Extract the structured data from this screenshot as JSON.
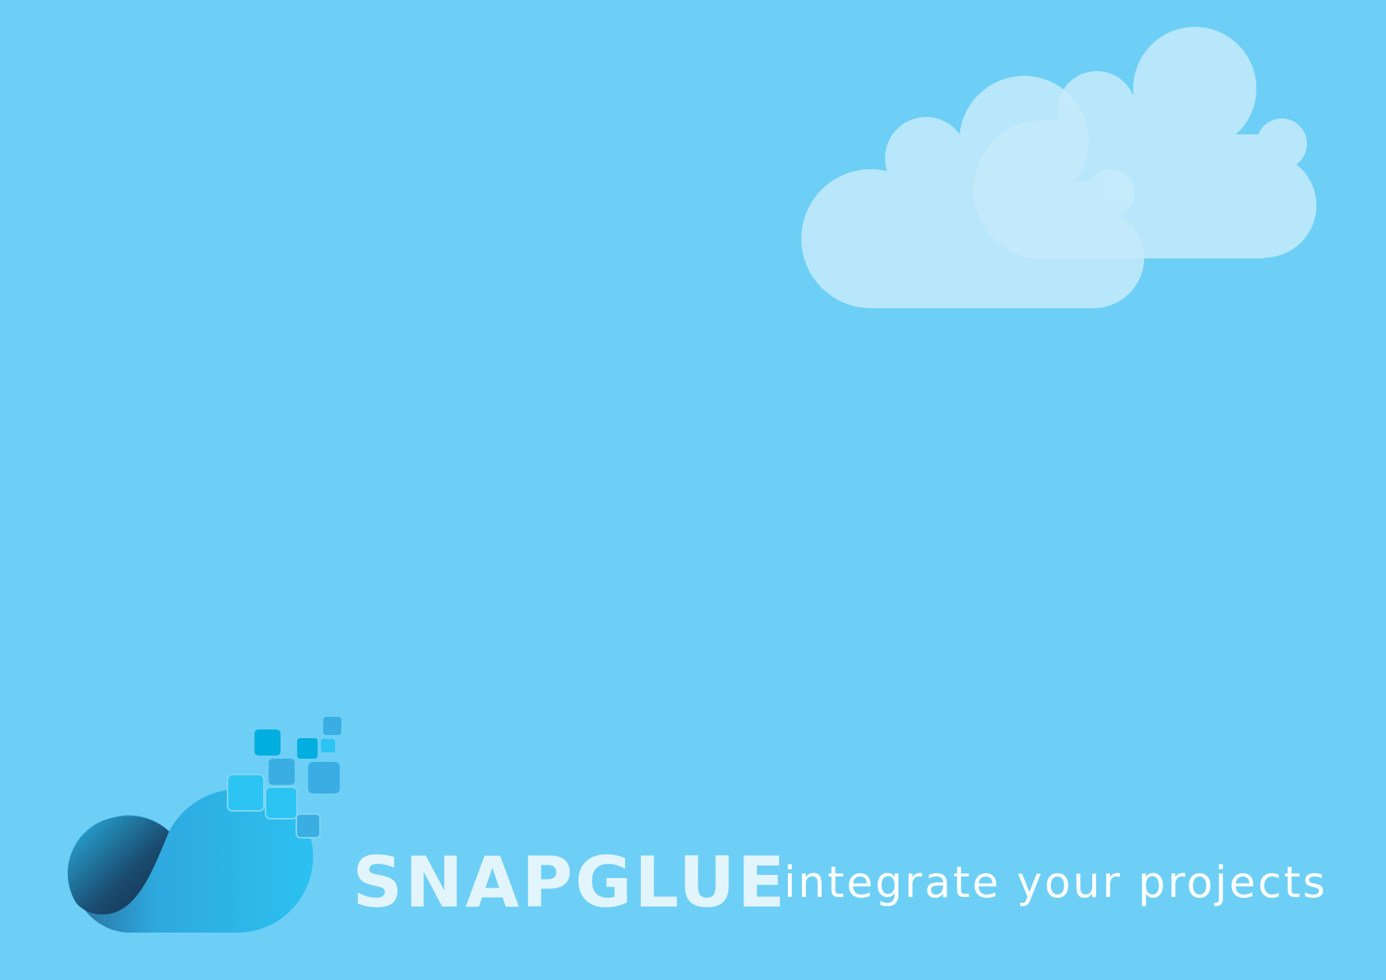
{
  "brand": {
    "name": "SNAPGLUE",
    "tagline": "integrate your projects"
  },
  "colors": {
    "background": "#6dcff6",
    "cloud": "#c6ebfb",
    "cloud_overlap": "#e4f5fd",
    "brand_text": "#e3f5fc",
    "tagline_text": "#ffffff",
    "logo_blue": "#2eb3e8",
    "logo_dark": "#1a4a6e",
    "pixel_dark": "#00aee0",
    "pixel_mid": "#3aaee3",
    "pixel_light": "#2cc4f2"
  },
  "icons": {
    "decor": "clouds-decoration",
    "logo": "cloud-logo-icon"
  }
}
